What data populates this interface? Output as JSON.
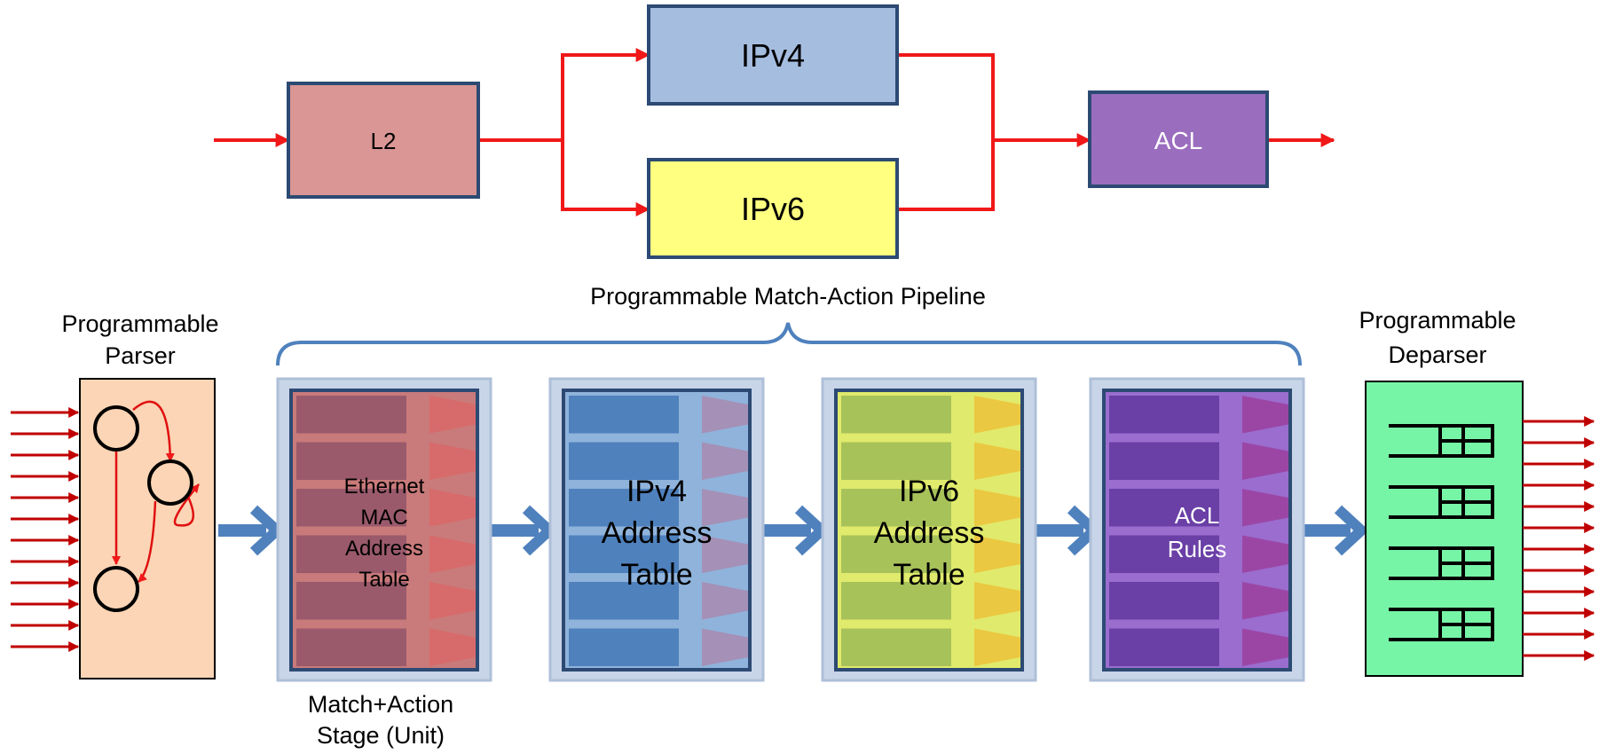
{
  "top_flow": {
    "l2": "L2",
    "ipv4": "IPv4",
    "ipv6": "IPv6",
    "acl": "ACL"
  },
  "pipeline": {
    "label": "Programmable Match-Action Pipeline",
    "parser_label": [
      "Programmable",
      "Parser"
    ],
    "deparser_label": [
      "Programmable",
      "Deparser"
    ],
    "stage_caption": [
      "Match+Action",
      "Stage (Unit)"
    ],
    "stages": [
      {
        "lines": [
          "Ethernet",
          "MAC",
          "Address",
          "Table"
        ],
        "theme": "red"
      },
      {
        "lines": [
          "IPv4",
          "Address",
          "Table"
        ],
        "theme": "blue"
      },
      {
        "lines": [
          "IPv6",
          "Address",
          "Table"
        ],
        "theme": "green"
      },
      {
        "lines": [
          "ACL",
          "Rules"
        ],
        "theme": "purple"
      }
    ]
  },
  "colors": {
    "arrow_red": "#f01818",
    "dark_red": "#c00000",
    "l2_fill": "#d99694",
    "ipv4_fill": "#a5bddf",
    "ipv6_fill": "#ffff80",
    "acl_fill": "#9b6dbf",
    "parser_fill": "#fbd5b5",
    "deparser_fill": "#77f5a6",
    "block_arrow": "#4f81bd",
    "outline": "#2c4a73"
  }
}
